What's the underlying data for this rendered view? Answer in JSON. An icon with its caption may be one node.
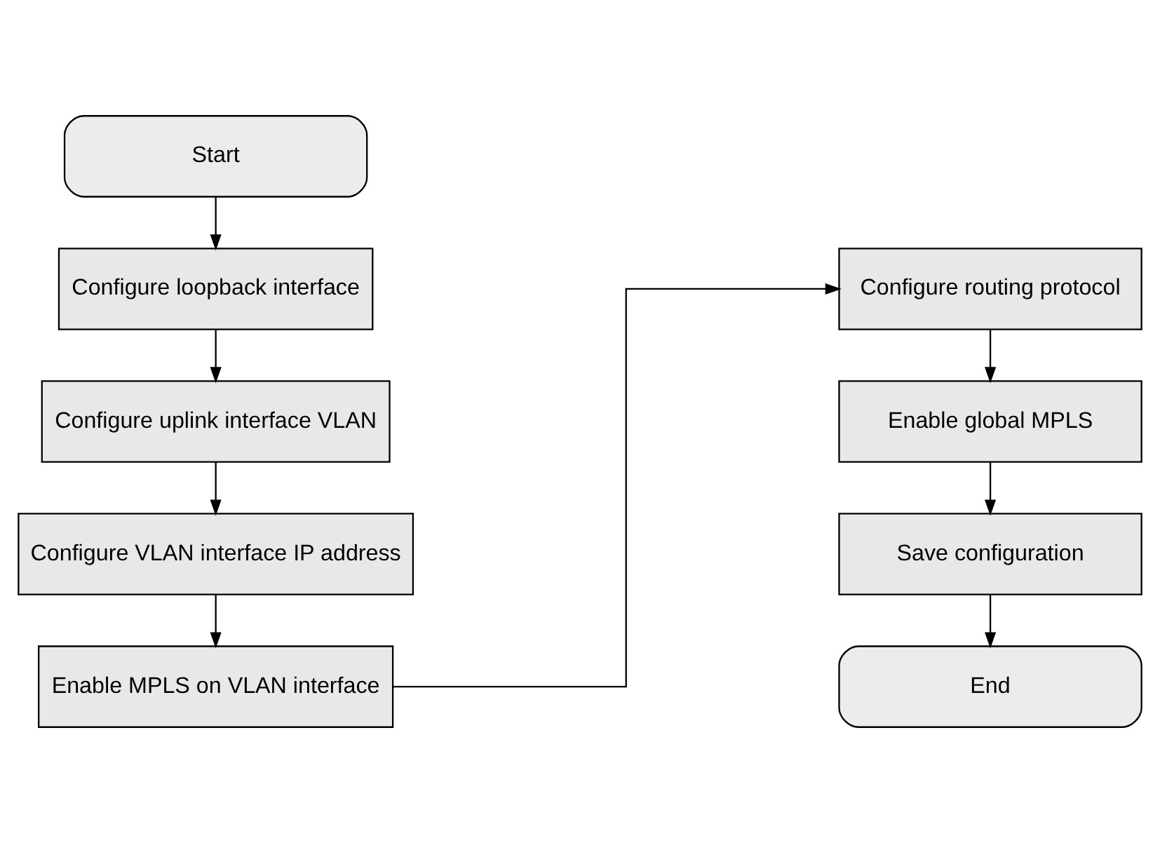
{
  "diagram": {
    "nodes": [
      {
        "text": [
          "Start"
        ]
      },
      {
        "text": [
          "Configure loopback interface"
        ]
      },
      {
        "text": [
          "Configure uplink interface VLAN"
        ]
      },
      {
        "text": [
          "Configure VLAN interface IP address"
        ]
      },
      {
        "text": [
          "Enable MPLS on VLAN interface"
        ]
      },
      {
        "text": [
          "Configure routing protocol"
        ]
      },
      {
        "text": [
          "Enable global MPLS"
        ]
      },
      {
        "text": [
          "Save configuration"
        ]
      },
      {
        "text": [
          "End"
        ]
      }
    ],
    "edges": [
      {
        "from": 0,
        "to": 1,
        "arrow": "to"
      },
      {
        "from": 1,
        "to": 2,
        "arrow": "to"
      },
      {
        "from": 2,
        "to": 3,
        "arrow": "to"
      },
      {
        "from": 3,
        "to": 4,
        "arrow": "to"
      },
      {
        "from": 4,
        "to": 5,
        "arrow": "to"
      },
      {
        "from": 5,
        "to": 6,
        "arrow": "to"
      },
      {
        "from": 6,
        "to": 7,
        "arrow": "to"
      },
      {
        "from": 7,
        "to": 8,
        "arrow": "to"
      }
    ]
  }
}
